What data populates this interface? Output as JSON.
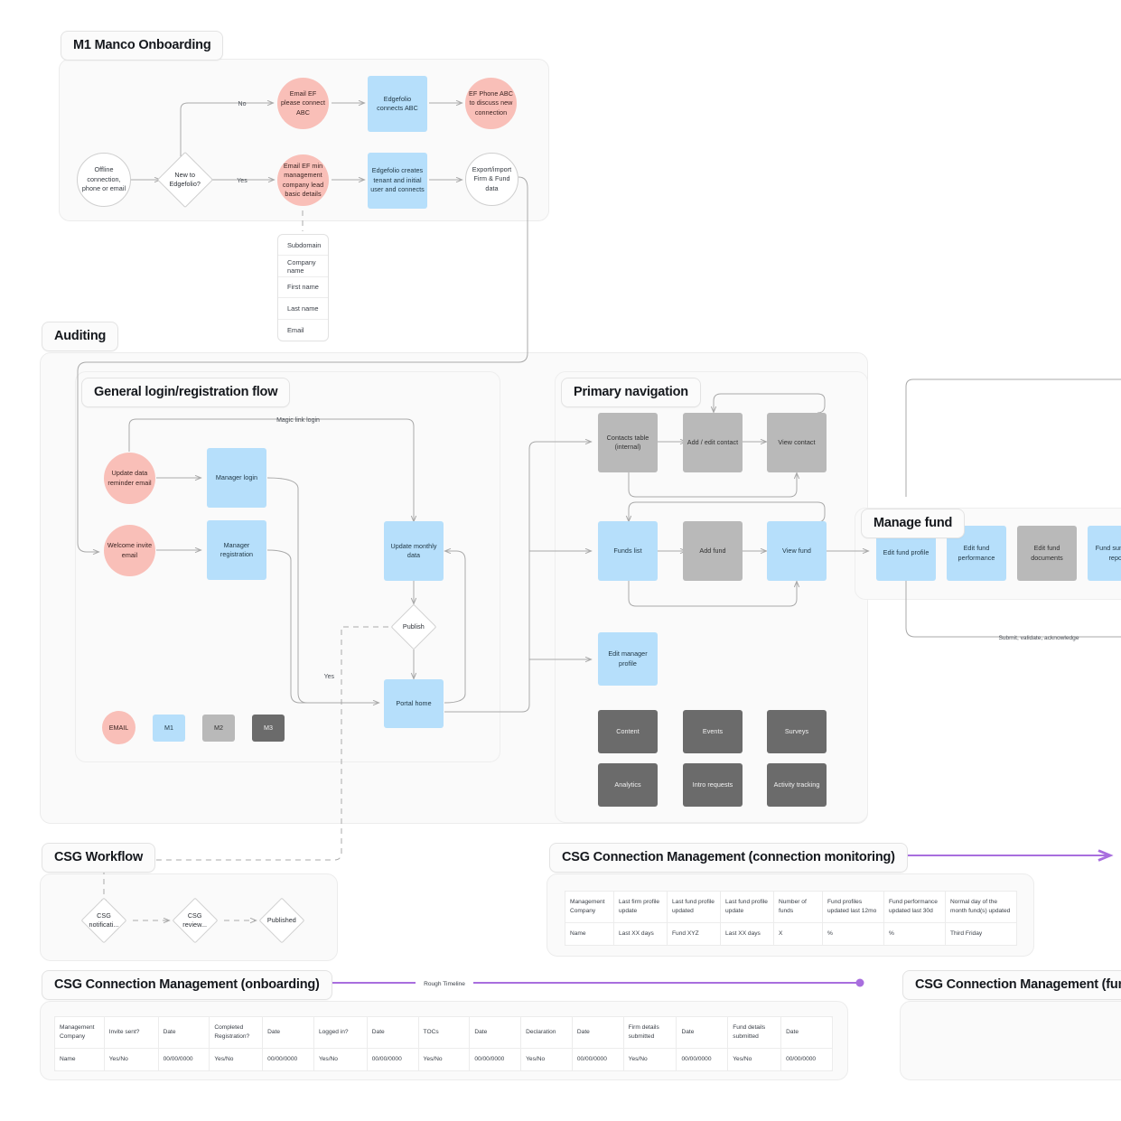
{
  "sections": {
    "m1_manco": {
      "title": "M1 Manco Onboarding"
    },
    "auditing": {
      "title": "Auditing"
    },
    "general_flow": {
      "title": "General login/registration flow"
    },
    "primary_nav": {
      "title": "Primary navigation"
    },
    "manage_fund": {
      "title": "Manage fund"
    },
    "csg_workflow": {
      "title": "CSG Workflow"
    },
    "csg_monitoring": {
      "title": "CSG Connection Management (connection monitoring)"
    },
    "csg_onboarding": {
      "title": "CSG Connection Management (onboarding)"
    },
    "csg_fund": {
      "title": "CSG Connection Management (fund"
    }
  },
  "m1_nodes": {
    "offline": "Offline connection, phone or email",
    "new_to_ef": "New to Edgefolio?",
    "email_connect": "Email EF please connect ABC",
    "ef_connects": "Edgefolio connects ABC",
    "ef_phone": "EF Phone ABC to discuss new connection",
    "email_min": "Email EF min management company lead basic details",
    "ef_creates": "Edgefolio creates tenant and initial user and connects",
    "export_import": "Export/import Firm & Fund data"
  },
  "m1_edge_labels": {
    "no": "No",
    "yes": "Yes"
  },
  "form_fields": [
    "Subdomain",
    "Company name",
    "First name",
    "Last name",
    "Email"
  ],
  "general_flow_nodes": {
    "update_reminder": "Update data reminder email",
    "welcome_invite": "Welcome invite email",
    "manager_login": "Manager login",
    "manager_registration": "Manager registration",
    "update_monthly": "Update monthly data",
    "publish": "Publish",
    "portal_home": "Portal home"
  },
  "general_flow_edge_labels": {
    "magic_link": "Magic link login",
    "yes": "Yes"
  },
  "legend": [
    {
      "label": "EMAIL",
      "swatch": "pink-circle",
      "color": "#f9bfb8"
    },
    {
      "label": "M1",
      "swatch": "blue-square",
      "color": "#b6dffb"
    },
    {
      "label": "M2",
      "swatch": "gray-square",
      "color": "#b9b9b9"
    },
    {
      "label": "M3",
      "swatch": "dark-square",
      "color": "#6b6b6b"
    }
  ],
  "primary_nav_nodes": {
    "contacts_table": "Contacts table (internal)",
    "add_edit_contact": "Add / edit contact",
    "view_contact": "View contact",
    "funds_list": "Funds list",
    "add_fund": "Add fund",
    "view_fund": "View fund",
    "edit_manager_profile": "Edit manager profile",
    "content": "Content",
    "events": "Events",
    "surveys": "Surveys",
    "analytics": "Analytics",
    "intro_requests": "Intro requests",
    "activity_tracking": "Activity tracking"
  },
  "manage_fund_nodes": {
    "edit_fund_profile": "Edit fund profile",
    "edit_fund_performance": "Edit fund performance",
    "edit_fund_documents": "Edit fund documents",
    "fund_summary": "Fund summary report"
  },
  "manage_fund_edge_label": "Submit, validate, acknowledge",
  "csg_workflow_nodes": {
    "notification": "CSG notificati...",
    "review": "CSG review...",
    "published": "Published"
  },
  "timeline_label": "Rough Timeline",
  "monitoring_table": {
    "headers": [
      "Management Company",
      "Last firm profile update",
      "Last fund profile updated",
      "Last fund profile update",
      "Number of funds",
      "Fund profiles updated last 12mo",
      "Fund performance updated last 30d",
      "Normal day of the month fund(s) updated"
    ],
    "rows": [
      [
        "Name",
        "Last XX days",
        "Fund XYZ",
        "Last XX days",
        "X",
        "%",
        "%",
        "Third Friday"
      ]
    ]
  },
  "onboarding_table": {
    "headers": [
      "Management Company",
      "Invite sent?",
      "Date",
      "Completed Registration?",
      "Date",
      "Logged in?",
      "Date",
      "TOCs",
      "Date",
      "Declaration",
      "Date",
      "Firm details submitted",
      "Date",
      "Fund details submitted",
      "Date"
    ],
    "rows": [
      [
        "Name",
        "Yes/No",
        "00/00/0000",
        "Yes/No",
        "00/00/0000",
        "Yes/No",
        "00/00/0000",
        "Yes/No",
        "00/00/0000",
        "Yes/No",
        "00/00/0000",
        "Yes/No",
        "00/00/0000",
        "Yes/No",
        "00/00/0000"
      ]
    ]
  },
  "colors": {
    "pink": "#f9bfb8",
    "blue": "#b6dffb",
    "gray": "#b9b9b9",
    "dark_gray": "#6b6b6b",
    "purple": "#a86ede",
    "connector": "#a9a9a9",
    "panel_bg": "#fafafa"
  }
}
